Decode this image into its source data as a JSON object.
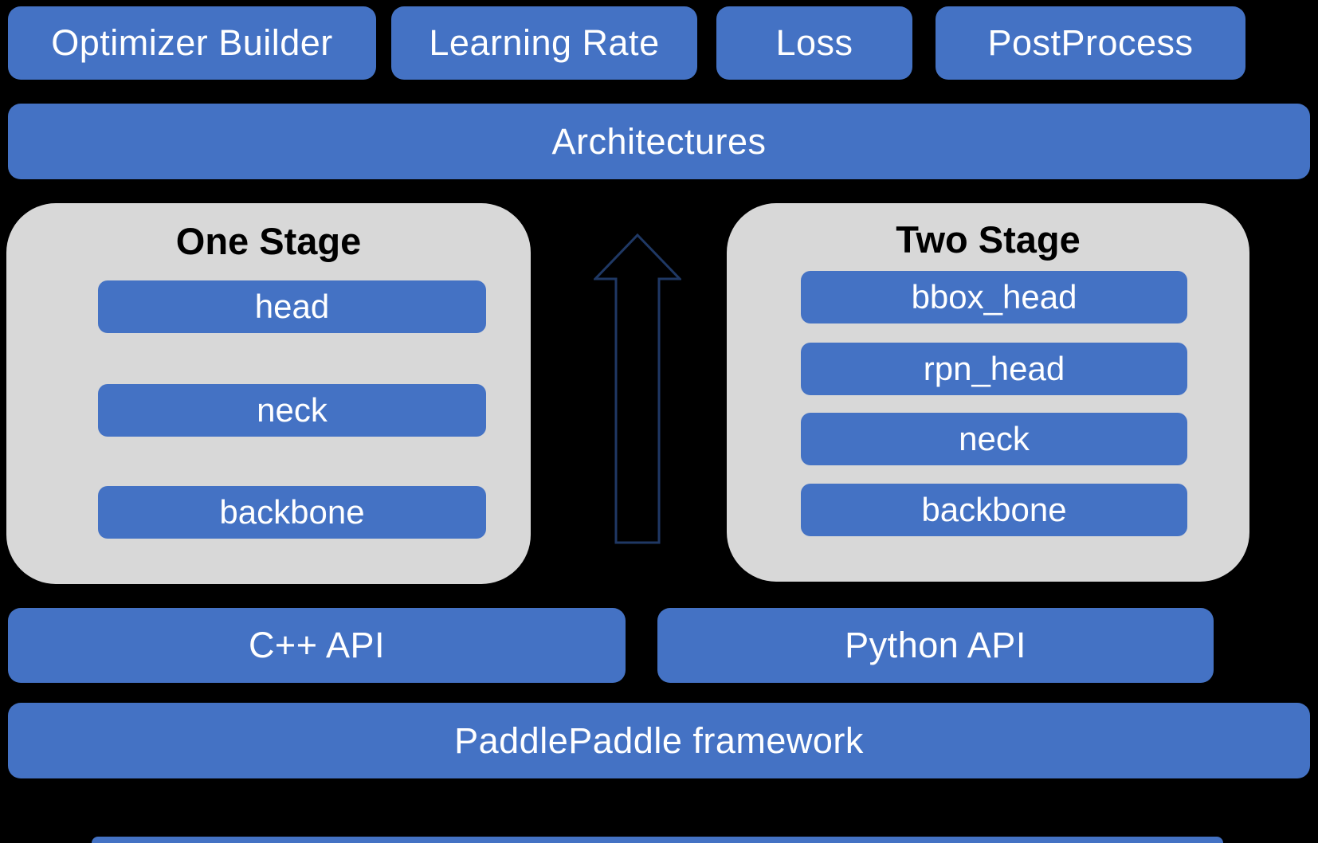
{
  "top_row": [
    "Optimizer Builder",
    "Learning Rate",
    "Loss",
    "PostProcess"
  ],
  "architectures_label": "Architectures",
  "one_stage": {
    "title": "One Stage",
    "layers": [
      "head",
      "neck",
      "backbone"
    ]
  },
  "two_stage": {
    "title": "Two Stage",
    "layers": [
      "bbox_head",
      "rpn_head",
      "neck",
      "backbone"
    ]
  },
  "api_row": {
    "cpp_label": "C++ API",
    "python_label": "Python API"
  },
  "framework_label": "PaddlePaddle framework",
  "icons": {
    "arrow": "up-arrow-icon"
  },
  "colors": {
    "box_blue": "#4472C4",
    "panel_gray": "#D8D8D8",
    "background": "#000000",
    "arrow_outline": "#1F3864",
    "text_on_blue": "#FFFFFF",
    "text_on_gray": "#000000"
  }
}
